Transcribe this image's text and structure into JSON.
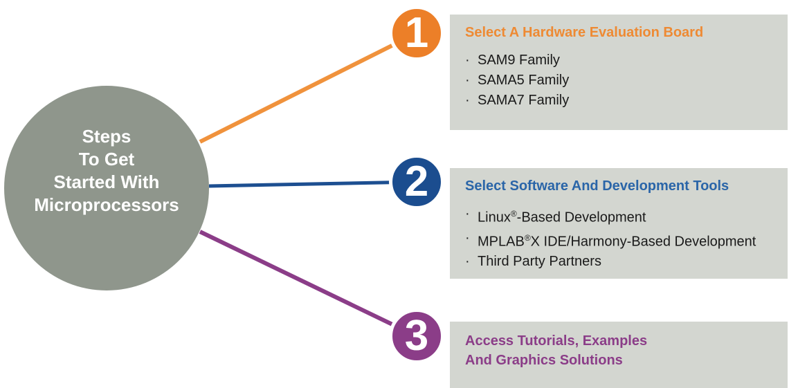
{
  "hub": {
    "lines": [
      "Steps",
      "To Get",
      "Started With",
      "Microprocessors"
    ],
    "bg_color": "#8f968c",
    "text_color": "#ffffff"
  },
  "steps": [
    {
      "number": "1",
      "title_lines": [
        "Select A Hardware Evaluation Board"
      ],
      "items": [
        "SAM9 Family",
        "SAMA5 Family",
        "SAMA7 Family"
      ],
      "accent_color": "#ec7f28"
    },
    {
      "number": "2",
      "title_lines": [
        "Select Software And Development Tools"
      ],
      "items": [
        "Linux®-Based Development",
        "MPLAB®X IDE/Harmony-Based Development",
        "Third Party Partners"
      ],
      "accent_color": "#1b4d8f"
    },
    {
      "number": "3",
      "title_lines": [
        "Access Tutorials, Examples",
        "And Graphics Solutions"
      ],
      "items": [],
      "accent_color": "#8b3d88"
    }
  ],
  "panel_bg_color": "#d3d6d0",
  "bullet_glyph": "·"
}
